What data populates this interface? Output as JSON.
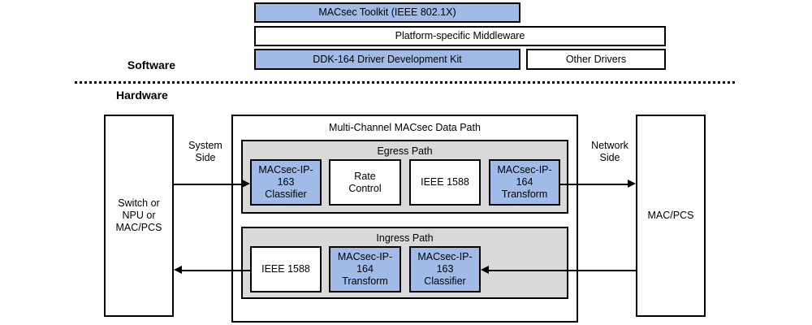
{
  "sections": {
    "software_label": "Software",
    "hardware_label": "Hardware"
  },
  "software_stack": [
    {
      "label": "MACsec Toolkit (IEEE 802.1X)",
      "style": "blue"
    },
    {
      "label": "Platform-specific Middleware",
      "style": "white"
    },
    {
      "label": "DDK-164 Driver Development Kit",
      "style": "blue"
    },
    {
      "label": "Other Drivers",
      "style": "white"
    }
  ],
  "hardware": {
    "left_block": {
      "line1": "Switch or",
      "line2": "NPU or",
      "line3": "MAC/PCS"
    },
    "right_block": {
      "label": "MAC/PCS"
    },
    "system_side": {
      "line1": "System",
      "line2": "Side"
    },
    "network_side": {
      "line1": "Network",
      "line2": "Side"
    },
    "datapath_title": "Multi-Channel MACsec Data Path",
    "egress": {
      "title": "Egress Path",
      "blocks": [
        {
          "line1": "MACsec-IP-",
          "line2": "163",
          "line3": "Classifier",
          "style": "blue"
        },
        {
          "line1": "Rate",
          "line2": "Control",
          "line3": "",
          "style": "white"
        },
        {
          "line1": "IEEE 1588",
          "line2": "",
          "line3": "",
          "style": "white"
        },
        {
          "line1": "MACsec-IP-",
          "line2": "164",
          "line3": "Transform",
          "style": "blue"
        }
      ]
    },
    "ingress": {
      "title": "Ingress Path",
      "blocks": [
        {
          "line1": "IEEE 1588",
          "line2": "",
          "line3": "",
          "style": "white"
        },
        {
          "line1": "MACsec-IP-",
          "line2": "164",
          "line3": "Transform",
          "style": "blue"
        },
        {
          "line1": "MACsec-IP-",
          "line2": "163",
          "line3": "Classifier",
          "style": "blue"
        }
      ]
    }
  },
  "colors": {
    "accent_blue": "#a0bbe8",
    "panel_gray": "#d9d9d9",
    "outline": "#000000",
    "background": "#ffffff"
  }
}
